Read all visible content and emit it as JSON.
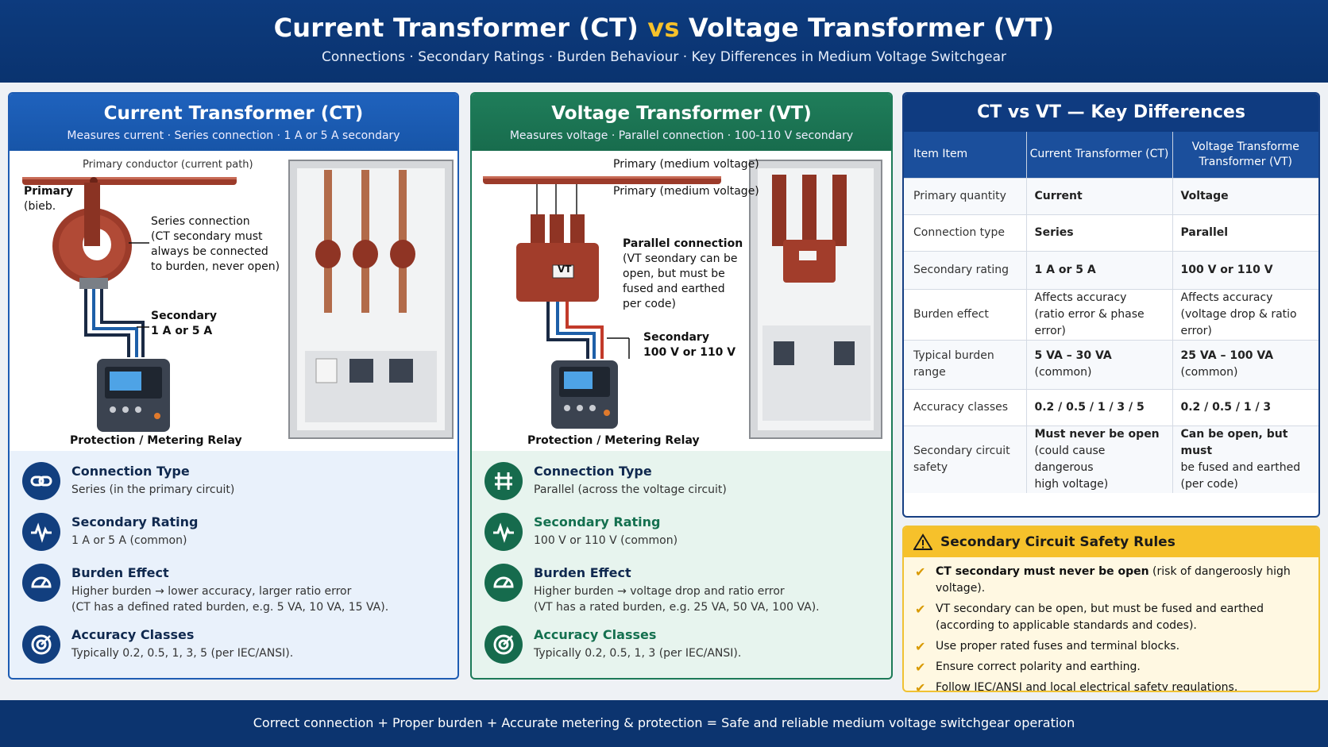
{
  "header": {
    "title_ct": "Current Transformer (CT)",
    "title_vs": "vs",
    "title_vt": "Voltage Transformer (VT)",
    "subtitle": "Connections  ·  Secondary Ratings  ·  Burden Behaviour  ·  Key Differences in Medium Voltage Switchgear"
  },
  "ct": {
    "title": "Current Transformer (CT)",
    "subtitle": "Measures current  ·  Series connection  ·  1 A or 5 A secondary",
    "diagram": {
      "primary_label": "Primary",
      "primary_sub": "(bieb.",
      "top_label": "Primary conductor (current path)",
      "series_title": "Series connection",
      "series_desc_1": "(CT secondary must",
      "series_desc_2": "always be connected",
      "series_desc_3": "to burden, never open)",
      "secondary_title": "Secondary",
      "secondary_value": "1 A or 5 A",
      "relay_label": "Protection / Metering Relay"
    },
    "features": [
      {
        "title": "Connection Type",
        "desc": "Series (in the primary circuit)",
        "icon": "link-icon"
      },
      {
        "title": "Secondary Rating",
        "desc": "1 A or 5 A (common)",
        "icon": "waveform-icon"
      },
      {
        "title": "Burden Effect",
        "desc1": "Higher burden → lower accuracy, larger ratio error",
        "desc2": "(CT has a defined rated burden, e.g. 5 VA, 10 VA, 15 VA).",
        "icon": "gauge-icon"
      },
      {
        "title": "Accuracy Classes",
        "desc": "Typically 0.2, 0.5, 1, 3, 5 (per IEC/ANSI).",
        "icon": "target-icon"
      }
    ]
  },
  "vt": {
    "title": "Voltage Transformer (VT)",
    "subtitle": "Measures voltage  ·  Parallel connection  ·  100-110 V secondary",
    "diagram": {
      "primary_label_1": "Primary (medium voltage)",
      "primary_label_2": "Primary (medium voltage)",
      "vt_tag": "VT",
      "parallel_title": "Parallel connection",
      "parallel_desc_1": "(VT seondary can be",
      "parallel_desc_2": "open, but must be",
      "parallel_desc_3": "fused and earthed",
      "parallel_desc_4": "per code)",
      "secondary_title": "Secondary",
      "secondary_value": "100 V or 110 V",
      "relay_label": "Protection / Metering Relay"
    },
    "features": [
      {
        "title": "Connection Type",
        "desc": "Parallel (across the voltage circuit)",
        "icon": "parallel-icon"
      },
      {
        "title": "Secondary Rating",
        "desc": "100 V or 110 V (common)",
        "icon": "waveform-icon"
      },
      {
        "title": "Burden Effect",
        "desc1": "Higher burden → voltage drop and ratio error",
        "desc2": "(VT has a rated burden, e.g. 25 VA, 50 VA, 100 VA).",
        "icon": "gauge-icon"
      },
      {
        "title": "Accuracy Classes",
        "desc": "Typically 0.2, 0.5, 1, 3 (per IEC/ANSI).",
        "icon": "target-icon"
      }
    ]
  },
  "comparison": {
    "title": "CT vs VT — Key Differences",
    "headers": [
      "Item    Item",
      "Current Transformer (CT)",
      "Voltage Transforme Transformer (VT)"
    ],
    "rows": [
      {
        "item": "Primary quantity",
        "ct": [
          "Current"
        ],
        "vt": [
          "Voltage"
        ]
      },
      {
        "item": "Connection type",
        "ct": [
          "Series"
        ],
        "vt": [
          "Parallel"
        ]
      },
      {
        "item": "Secondary rating",
        "ct": [
          "1 A or 5 A"
        ],
        "vt": [
          "100 V or 110 V"
        ]
      },
      {
        "item": "Burden effect",
        "ct": [
          "Affects accuracy",
          "(ratio error & phase error)"
        ],
        "vt": [
          "Affects accuracy",
          "(voltage drop & ratio error)"
        ]
      },
      {
        "item": "Typical burden range",
        "ct": [
          "5 VA – 30 VA",
          "(common)"
        ],
        "vt": [
          "25 VA – 100 VA",
          "(common)"
        ]
      },
      {
        "item": "Accuracy classes",
        "ct": [
          "0.2 / 0.5 / 1 / 3 / 5"
        ],
        "vt": [
          "0.2 / 0.5 / 1 / 3"
        ]
      },
      {
        "item": "Secondary circuit safety",
        "ct": [
          "Must never be open",
          "(could cause dangerous",
          "high voltage)"
        ],
        "vt": [
          "Can be open, but must",
          "be fused and earthed",
          "(per code)"
        ]
      }
    ]
  },
  "safety": {
    "title": "Secondary Circuit Safety Rules",
    "rules": [
      {
        "bold": "CT secondary must never be open",
        "rest": " (risk of dangeroosly high voltage)."
      },
      {
        "bold": "",
        "rest": "VT secondary can be open, but must be fused and earthed"
      },
      {
        "bold": "",
        "rest": "Use proper rated fuses and terminal blocks."
      },
      {
        "bold": "",
        "rest": "Ensure correct polarity and earthing."
      },
      {
        "bold": "",
        "rest": "Follow IEC/ANSI and local electrical safety regulations."
      }
    ],
    "rule2_sub": "(according to applicable standards and codes)."
  },
  "footer": {
    "text": "Correct connection  +  Proper burden  +  Accurate metering & protection  =  Safe and reliable medium voltage switchgear operation"
  },
  "colors": {
    "ct_blue": "#1f62bd",
    "vt_green": "#1f7d5a",
    "accent_gold": "#f6c12b",
    "navy": "#0d3b7e",
    "copper": "#9c3b2a"
  }
}
